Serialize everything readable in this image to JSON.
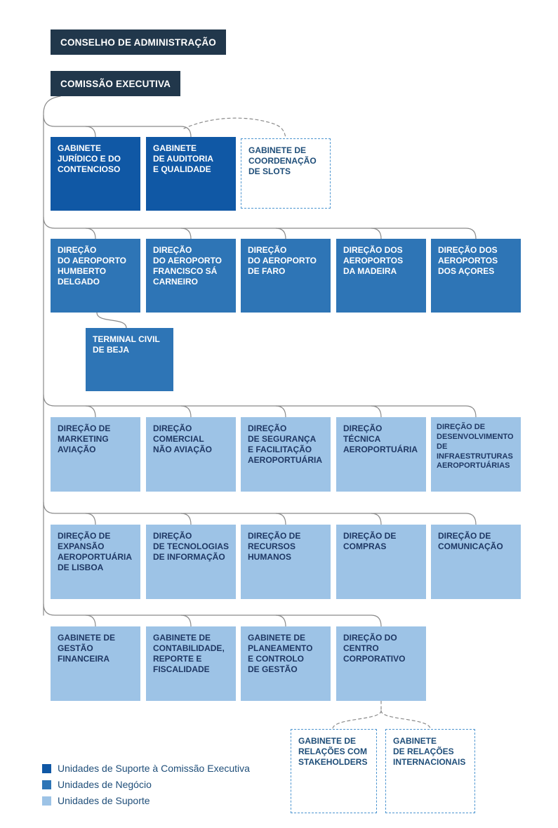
{
  "org": {
    "board": {
      "label": "CONSELHO DE ADMINISTRAÇÃO"
    },
    "executive": {
      "label": "COMISSÃO EXECUTIVA"
    },
    "support_executive": [
      {
        "label": "GABINETE\nJURÍDICO E DO\nCONTENCIOSO"
      },
      {
        "label": "GABINETE\nDE AUDITORIA\nE QUALIDADE"
      },
      {
        "label": "GABINETE DE\nCOORDENAÇÃO\nDE SLOTS"
      }
    ],
    "business": [
      {
        "label": "DIREÇÃO\nDO AEROPORTO\nHUMBERTO\nDELGADO"
      },
      {
        "label": "DIREÇÃO\nDO AEROPORTO\nFRANCISCO SÁ\nCARNEIRO"
      },
      {
        "label": "DIREÇÃO\nDO AEROPORTO\nDE FARO"
      },
      {
        "label": "DIREÇÃO DOS\nAEROPORTOS\nDA MADEIRA"
      },
      {
        "label": "DIREÇÃO DOS\nAEROPORTOS\nDOS AÇORES"
      }
    ],
    "business_sub": [
      {
        "label": "TERMINAL CIVIL\nDE BEJA"
      }
    ],
    "support_a": [
      {
        "label": "DIREÇÃO DE\nMARKETING\nAVIAÇÃO"
      },
      {
        "label": "DIREÇÃO\nCOMERCIAL\nNÃO AVIAÇÃO"
      },
      {
        "label": "DIREÇÃO\nDE SEGURANÇA\nE FACILITAÇÃO\nAEROPORTUÁRIA"
      },
      {
        "label": "DIREÇÃO\nTÉCNICA\nAEROPORTUÁRIA"
      },
      {
        "label": "DIREÇÃO DE\nDESENVOLVIMENTO\nDE\nINFRAESTRUTURAS\nAEROPORTUÁRIAS"
      }
    ],
    "support_b": [
      {
        "label": "DIREÇÃO DE\nEXPANSÃO\nAEROPORTUÁRIA\nDE LISBOA"
      },
      {
        "label": "DIREÇÃO\nDE TECNOLOGIAS\nDE INFORMAÇÃO"
      },
      {
        "label": "DIREÇÃO DE\nRECURSOS\nHUMANOS"
      },
      {
        "label": "DIREÇÃO DE\nCOMPRAS"
      },
      {
        "label": "DIREÇÃO DE\nCOMUNICAÇÃO"
      }
    ],
    "support_c": [
      {
        "label": "GABINETE DE\nGESTÃO\nFINANCEIRA"
      },
      {
        "label": "GABINETE DE\nCONTABILIDADE,\nREPORTE E\nFISCALIDADE"
      },
      {
        "label": "GABINETE DE\nPLANEAMENTO\nE CONTROLO\nDE GESTÃO"
      },
      {
        "label": "DIREÇÃO DO\nCENTRO\nCORPORATIVO"
      }
    ],
    "external": [
      {
        "label": "GABINETE DE\nRELAÇÕES COM\nSTAKEHOLDERS"
      },
      {
        "label": "GABINETE\nDE RELAÇÕES\nINTERNACIONAIS"
      }
    ]
  },
  "legend": {
    "items": [
      {
        "label": "Unidades de Suporte à Comissão Executiva",
        "color": "#1058A5"
      },
      {
        "label": "Unidades de Negócio",
        "color": "#2E75B6"
      },
      {
        "label": "Unidades de Suporte",
        "color": "#9DC3E6"
      }
    ]
  },
  "colors": {
    "governance": "#21374B",
    "support_executive": "#1058A5",
    "business": "#2E75B6",
    "support": "#9DC3E6",
    "dashed_border": "#4C95D0",
    "connector": "#8A8A8A"
  }
}
